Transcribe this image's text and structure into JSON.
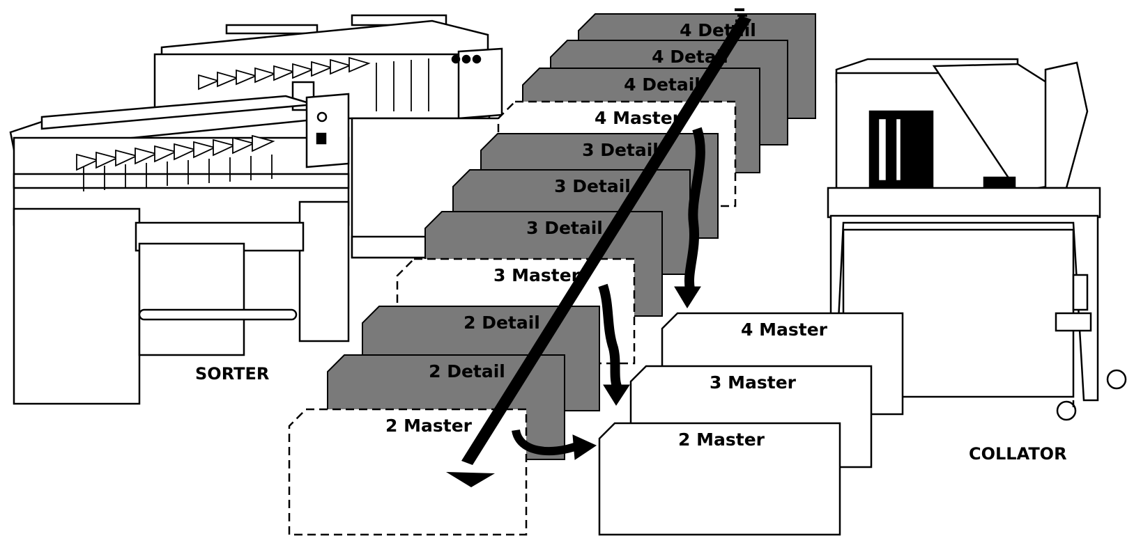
{
  "machines": {
    "left": {
      "label": "SORTER",
      "icon": "sorter-machine-icon"
    },
    "right": {
      "label": "COLLATOR",
      "icon": "collator-machine-icon"
    }
  },
  "card_deck": [
    {
      "label": "4 Detail",
      "kind": "detail"
    },
    {
      "label": "4 Detail",
      "kind": "detail"
    },
    {
      "label": "4 Detail",
      "kind": "detail"
    },
    {
      "label": "4 Master",
      "kind": "master"
    },
    {
      "label": "3 Detail",
      "kind": "detail"
    },
    {
      "label": "3 Detail",
      "kind": "detail"
    },
    {
      "label": "3 Detail",
      "kind": "detail"
    },
    {
      "label": "3 Master",
      "kind": "master"
    },
    {
      "label": "2 Detail",
      "kind": "detail"
    },
    {
      "label": "2 Detail",
      "kind": "detail"
    },
    {
      "label": "2 Master",
      "kind": "master"
    }
  ],
  "masters_pulled": [
    {
      "label": "4 Master"
    },
    {
      "label": "3 Master"
    },
    {
      "label": "2 Master"
    }
  ],
  "colors": {
    "detail_card": "#7a7a7a",
    "master_card": "#ffffff",
    "ink": "#000000"
  }
}
